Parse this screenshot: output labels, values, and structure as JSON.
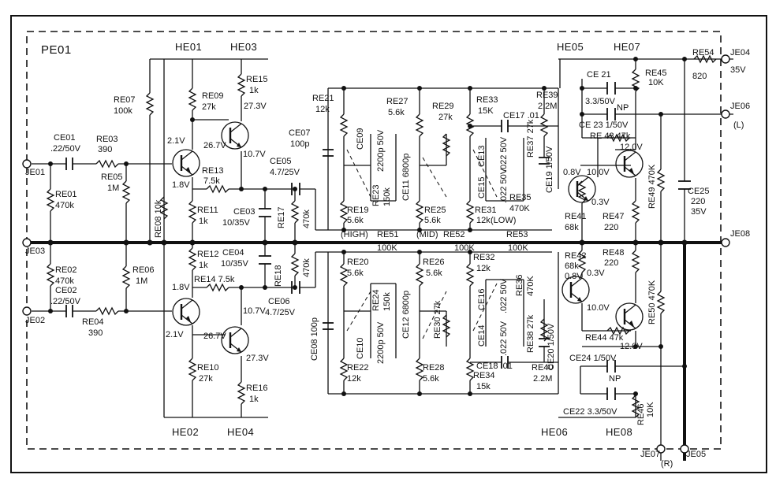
{
  "board": {
    "name": "PE01"
  },
  "connectors": {
    "he01": "HE01",
    "he02": "HE02",
    "he03": "HE03",
    "he04": "HE04",
    "he05": "HE05",
    "he06": "HE06",
    "he07": "HE07",
    "he08": "HE08",
    "je01": "JE01",
    "je02": "JE02",
    "je03": "JE03",
    "je04": "JE04",
    "je05": "JE05",
    "je06": "JE06",
    "je07": "JE07",
    "je08": "JE08",
    "je04_supply": "35V",
    "je06_channel": "(L)",
    "je07_channel": "(R)"
  },
  "tone_labels": {
    "high": "(HIGH)",
    "mid": "(MID)",
    "low": "(LOW)",
    "re51": "RE51",
    "re52": "RE52",
    "re53": "RE53",
    "re51_val": "100K",
    "re52_val": "100K",
    "re53_val": "100K"
  },
  "resistors_top": {
    "re07": "RE07",
    "re07_val": "100k",
    "re03": "RE03",
    "re03_val": "390",
    "re05": "RE05",
    "re05_val": "1M",
    "re01": "RE01",
    "re01_val": "470k",
    "re08": "RE08 10k",
    "re09": "RE09",
    "re09_val": "27k",
    "re15": "RE15",
    "re15_val": "1k",
    "re13": "RE13",
    "re13_val": "7.5k",
    "re11": "RE11",
    "re11_val": "1k",
    "re17": "RE17",
    "re17_val": "470k",
    "re21": "RE21",
    "re21_val": "12k",
    "re27": "RE27",
    "re27_val": "5.6k",
    "re29": "RE29",
    "re29_val": "27k",
    "re33": "RE33",
    "re33_val": "15K",
    "re39": "RE39",
    "re39_val": "2.2M",
    "re19": "RE19",
    "re19_val": "5.6k",
    "re23": "RE23",
    "re23_val": "150k",
    "re25": "RE25",
    "re25_val": "5.6k",
    "re31": "RE31",
    "re31_val": "12k",
    "re35": "RE35",
    "re35_val": "470K",
    "re37": "RE37 27k",
    "re45": "RE45",
    "re45_val": "10K",
    "re54": "RE54",
    "re54_val": "820",
    "re43": "RE 43 47k",
    "re41": "RE41",
    "re41_val": "68k",
    "re47": "RE47",
    "re47_val": "220",
    "re49": "RE49 470K"
  },
  "capacitors_top": {
    "ce01": "CE01",
    "ce01_val": ".22/50V",
    "ce07": "CE07",
    "ce07_val": "100p",
    "ce05": "CE05",
    "ce05_val": "4.7/25V",
    "ce03": "CE03",
    "ce03_val": "10/35V",
    "ce09": "CE09",
    "ce09_val": "2200p 50V",
    "ce11": "CE11 6800p",
    "ce13": "CE13",
    "ce13_val": ".022 50V",
    "ce15": "CE15",
    "ce15_val": ".022 50V",
    "ce17": "CE17 .01",
    "ce19": "CE19 1/50V",
    "ce21": "CE 21",
    "ce21_val": "3.3/50V",
    "ce23": "CE 23 1/50V",
    "ce25": "CE25",
    "ce25_val": "220",
    "ce25_v": "35V",
    "np": "NP"
  },
  "resistors_bottom": {
    "re02": "RE02",
    "re02_val": "470k",
    "re04": "RE04",
    "re04_val": "390",
    "re06": "RE06",
    "re06_val": "1M",
    "re12": "RE12",
    "re12_val": "1k",
    "re14": "RE14 7.5k",
    "re10": "RE10",
    "re10_val": "27k",
    "re16": "RE16",
    "re16_val": "1k",
    "re18": "RE18",
    "re18_val": "470k",
    "re20": "RE20",
    "re20_val": "5.6k",
    "re24": "RE24",
    "re24_val": "150k",
    "re26": "RE26",
    "re26_val": "5.6k",
    "re30": "RE30 27k",
    "re32": "RE32",
    "re32_val": "12k",
    "re36": "RE36",
    "re36_val": "470K",
    "re38": "RE38 27k",
    "re22": "RE22",
    "re22_val": "12k",
    "re28": "RE28",
    "re28_val": "5.6k",
    "re34": "RE34",
    "re34_val": "15k",
    "re40": "RE40",
    "re40_val": "2.2M",
    "re42": "RE42",
    "re42_val": "68k",
    "re48": "RE48",
    "re48_val": "220",
    "re44": "RE44 47k",
    "re46": "RE46",
    "re46_val": "10K",
    "re50": "RE50 470K"
  },
  "capacitors_bottom": {
    "ce02": "CE02",
    "ce02_val": ".22/50V",
    "ce04": "CE04",
    "ce04_val": "10/35V",
    "ce06": "CE06",
    "ce06_val": "4.7/25V",
    "ce08": "CE08 100p",
    "ce10": "CE10",
    "ce10_val": "2200p 50V",
    "ce12": "CE12 6800p",
    "ce14": "CE14",
    "ce14_val": ".022 50V",
    "ce16": "CE16",
    "ce16_val": ".022 50V",
    "ce18": "CE18 .01",
    "ce20": "CE20 1/50V",
    "ce22": "CE22 3.3/50V",
    "ce24": "CE24 1/50V",
    "np": "NP"
  },
  "voltages": {
    "v_2_1": "2.1V",
    "v_1_8": "1.8V",
    "v_26_7": "26.7V",
    "v_27_3": "27.3V",
    "v_10_7": "10.7V",
    "v_0_8": "0.8V",
    "v_0_3": "0.3V",
    "v_10_0": "10.0V",
    "v_12_0": "12.0V"
  }
}
